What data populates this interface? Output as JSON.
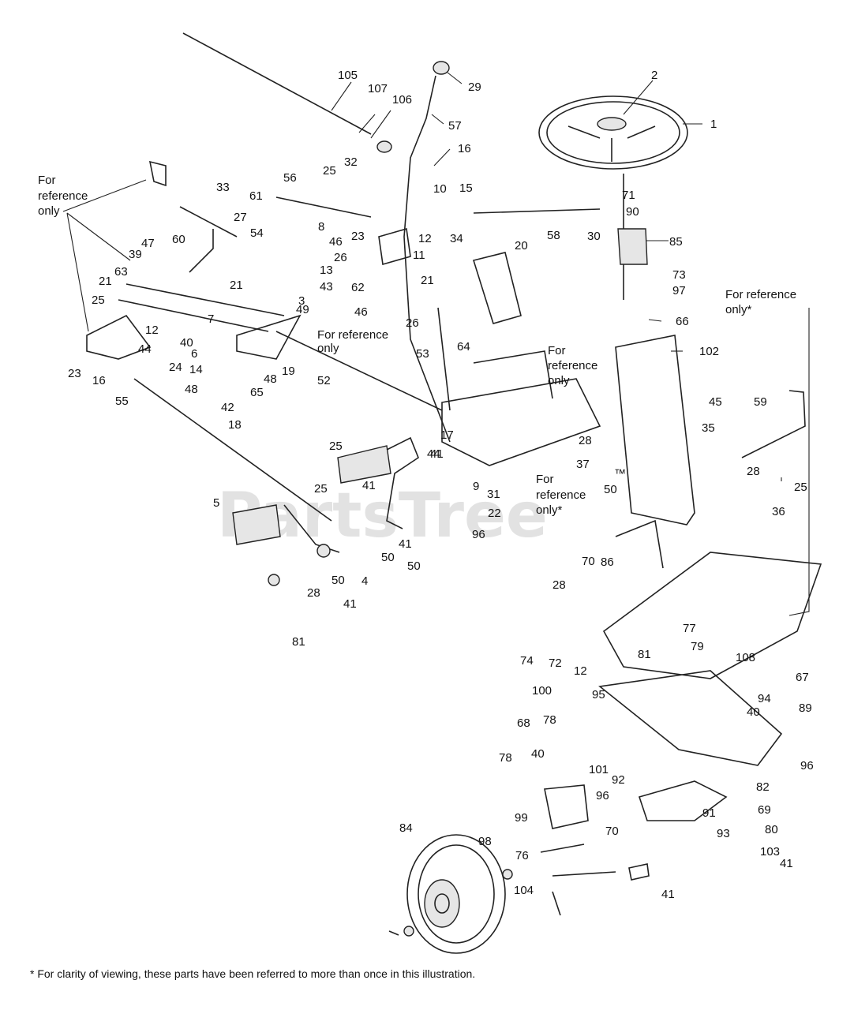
{
  "watermark": "PartsTree",
  "watermark_tm": "™",
  "footnote": "* For clarity of viewing, these parts have been referred to more than once in this illustration.",
  "reference_notes": [
    {
      "id": "ref-left-top",
      "lines": [
        "For",
        "reference",
        "only"
      ]
    },
    {
      "id": "ref-mid",
      "lines": [
        "For reference",
        "only"
      ]
    },
    {
      "id": "ref-center",
      "lines": [
        "For",
        "reference",
        "only"
      ]
    },
    {
      "id": "ref-right",
      "lines": [
        "For reference",
        "only*"
      ]
    },
    {
      "id": "ref-lower",
      "lines": [
        "For",
        "reference",
        "only*"
      ]
    }
  ],
  "part_labels": [
    "105",
    "107",
    "106",
    "29",
    "2",
    "1",
    "57",
    "16",
    "32",
    "25",
    "10",
    "15",
    "56",
    "33",
    "61",
    "27",
    "54",
    "8",
    "46",
    "26",
    "13",
    "43",
    "3",
    "23",
    "12",
    "34",
    "20",
    "58",
    "30",
    "85",
    "71",
    "90",
    "47",
    "60",
    "39",
    "63",
    "21",
    "21",
    "11",
    "21",
    "62",
    "73",
    "97",
    "66",
    "49",
    "46",
    "26",
    "25",
    "12",
    "40",
    "7",
    "6",
    "44",
    "23",
    "16",
    "24",
    "14",
    "48",
    "65",
    "42",
    "18",
    "19",
    "48",
    "52",
    "55",
    "53",
    "64",
    "102",
    "45",
    "59",
    "35",
    "28",
    "25",
    "17",
    "41",
    "28",
    "37",
    "25",
    "44",
    "25",
    "41",
    "9",
    "31",
    "22",
    "50",
    "96",
    "36",
    "5",
    "41",
    "50",
    "50",
    "4",
    "50",
    "41",
    "28",
    "81",
    "28",
    "70",
    "86",
    "77",
    "81",
    "79",
    "108",
    "67",
    "72",
    "12",
    "74",
    "95",
    "94",
    "89",
    "100",
    "40",
    "96",
    "68",
    "78",
    "78",
    "40",
    "101",
    "92",
    "96",
    "91",
    "82",
    "69",
    "99",
    "93",
    "80",
    "103",
    "41",
    "84",
    "98",
    "70",
    "76",
    "104",
    "41"
  ]
}
